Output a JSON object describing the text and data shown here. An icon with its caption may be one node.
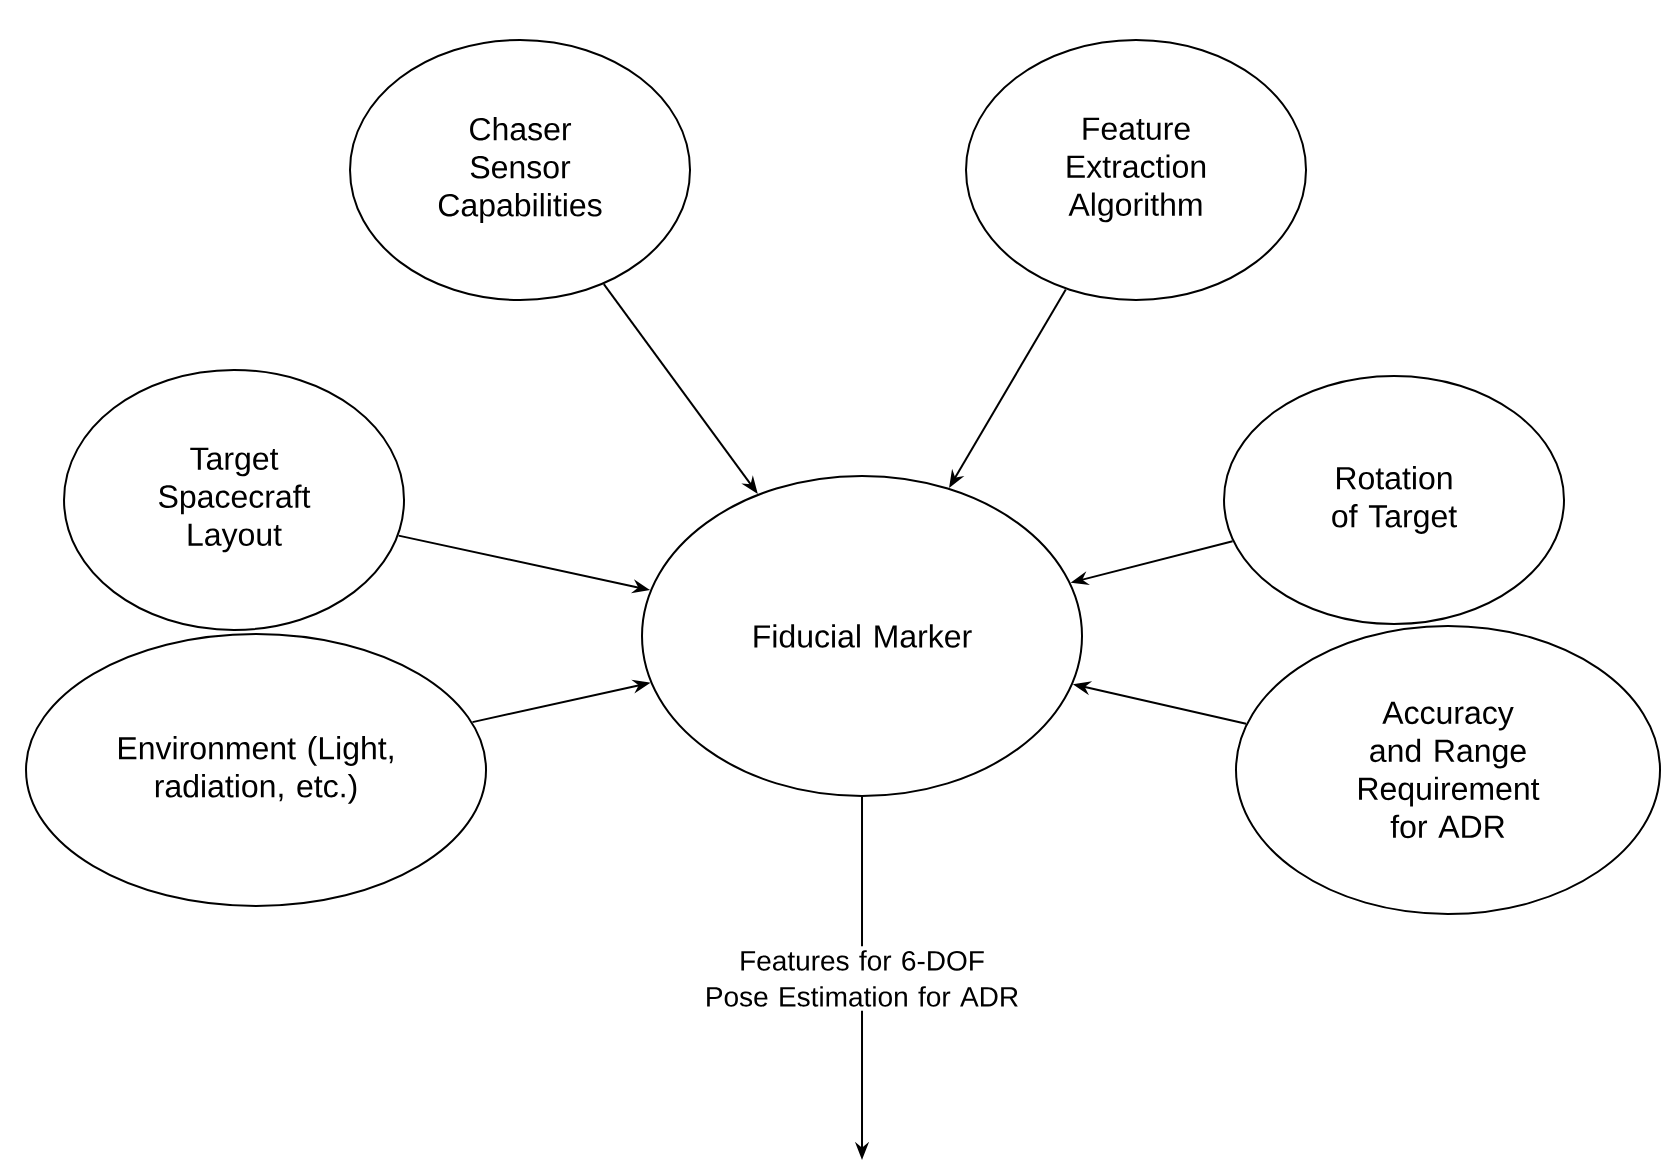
{
  "diagram": {
    "nodes": [
      {
        "text": [
          "Chaser Sensor Capabilities"
        ]
      },
      {
        "text": [
          "Feature Extraction Algorithm"
        ]
      },
      {
        "text": [
          "Target Spacecraft Layout"
        ]
      },
      {
        "text": [
          "Rotation of Target"
        ]
      },
      {
        "text": [
          "Fiducial Marker"
        ]
      },
      {
        "text": [
          "Environment (Light, radiation, etc.)"
        ]
      },
      {
        "text": [
          "Accuracy and Range Requirement for ADR"
        ]
      }
    ],
    "edges": [
      {
        "from": 0,
        "to": 4,
        "arrow": "to"
      },
      {
        "from": 1,
        "to": 4,
        "arrow": "to"
      },
      {
        "from": 2,
        "to": 4,
        "arrow": "to"
      },
      {
        "from": 3,
        "to": 4,
        "arrow": "to"
      },
      {
        "from": 5,
        "to": 4,
        "arrow": "to"
      },
      {
        "from": 6,
        "to": 4,
        "arrow": "to"
      },
      {
        "from": 4,
        "to": null,
        "arrow": "to",
        "label": "Features for 6-DOF Pose Estimation for ADR"
      }
    ]
  }
}
